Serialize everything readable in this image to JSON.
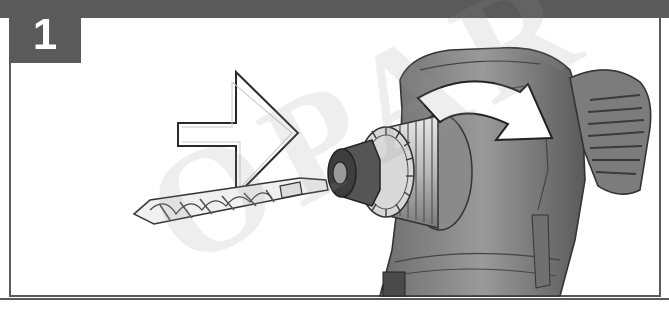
{
  "step": {
    "number": "1"
  },
  "watermark": {
    "text": "OPAR"
  },
  "colors": {
    "frame": "#5a5a5a",
    "background": "#ffffff",
    "tool_fill": "#8c8c8c",
    "tool_dark": "#3e3e3e"
  },
  "illustration": {
    "push_arrow": "right-arrow-icon",
    "rotate_arrow": "clockwise-arrow-icon",
    "bit": "drill-bit",
    "tool": "rotary-hammer-chuck"
  }
}
